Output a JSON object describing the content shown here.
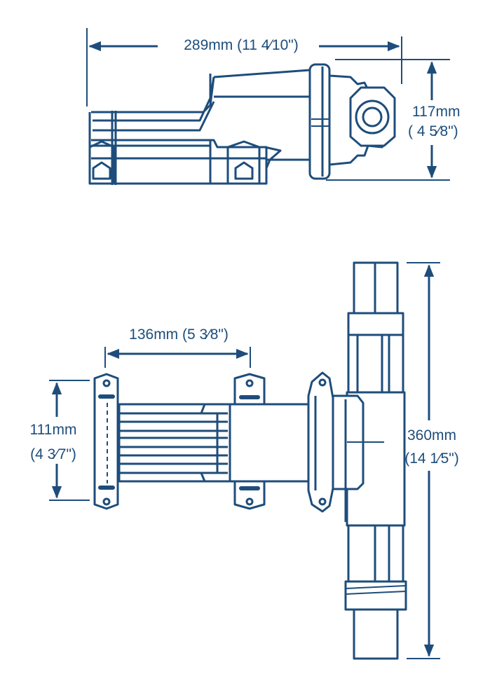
{
  "diagram": {
    "color": "#1e4d7b",
    "top_view": {
      "length_label": "289mm (11 4⁄10\")",
      "height_label_mm": "117mm",
      "height_label_in": "( 4 5⁄8\")"
    },
    "side_view": {
      "mount_spacing_label": "136mm (5 3⁄8\")",
      "mount_width_label_mm": "111mm",
      "mount_width_label_in": "(4 3⁄7\")",
      "overall_height_label_mm": "360mm",
      "overall_height_label_in": "(14 1⁄5\")"
    }
  }
}
